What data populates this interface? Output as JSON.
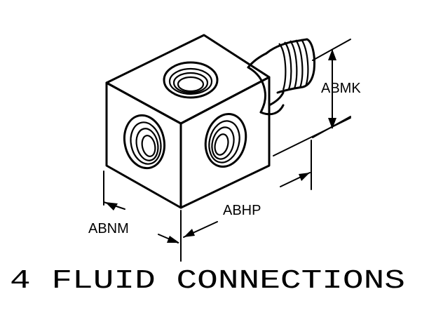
{
  "dimensions": {
    "height": "ABMK",
    "length": "ABHP",
    "width": "ABNM"
  },
  "caption": "4 FLUID CONNECTIONS",
  "colors": {
    "ink": "#000000",
    "paper": "#ffffff"
  }
}
